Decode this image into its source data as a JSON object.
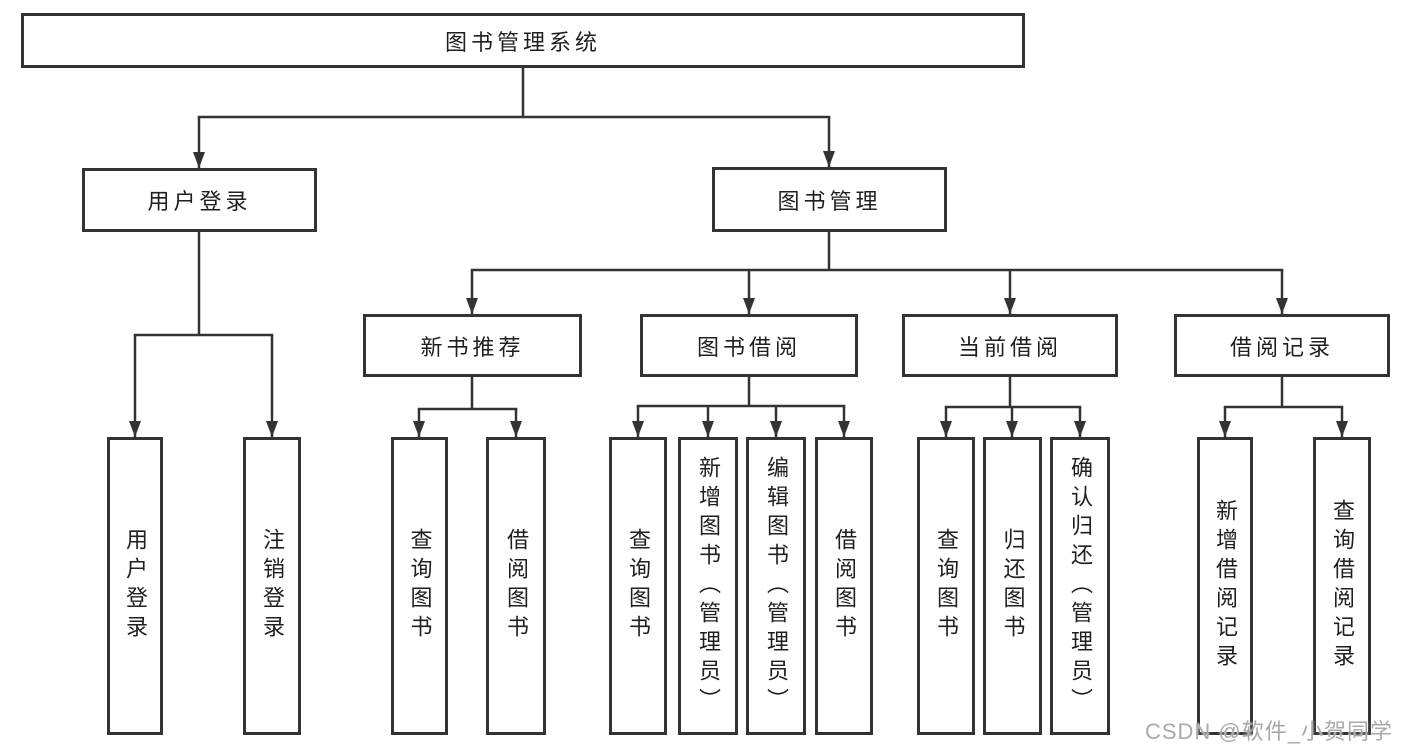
{
  "diagram": {
    "root": {
      "label": "图书管理系统"
    },
    "branches": [
      {
        "label": "用户登录",
        "leaves": [
          "用户登录",
          "注销登录"
        ]
      },
      {
        "label": "图书管理",
        "groups": [
          {
            "label": "新书推荐",
            "leaves": [
              "查询图书",
              "借阅图书"
            ]
          },
          {
            "label": "图书借阅",
            "leaves": [
              "查询图书",
              "新增图书（管理员）",
              "编辑图书（管理员）",
              "借阅图书"
            ]
          },
          {
            "label": "当前借阅",
            "leaves": [
              "查询图书",
              "归还图书",
              "确认归还（管理员）"
            ]
          },
          {
            "label": "借阅记录",
            "leaves": [
              "新增借阅记录",
              "查询借阅记录"
            ]
          }
        ]
      }
    ]
  },
  "watermark": "CSDN @软件_小贺同学",
  "colors": {
    "line": "#333333",
    "box_border": "#333333",
    "text": "#1f1f1f",
    "background": "#ffffff",
    "watermark": "#a9a9a9"
  }
}
